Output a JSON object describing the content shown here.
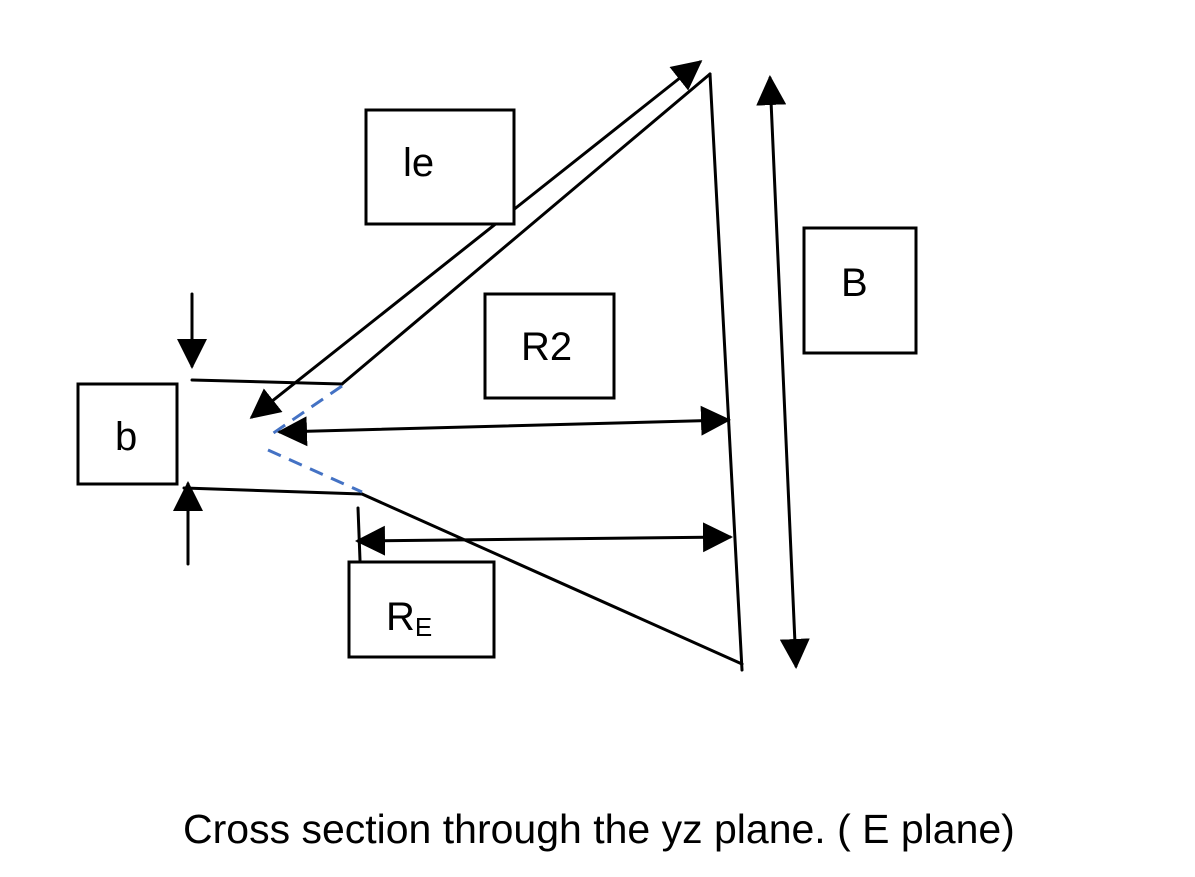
{
  "labels": {
    "le": "le",
    "r2": "R2",
    "b_big": "B",
    "b_small": "b",
    "re_main": "R",
    "re_sub": "E"
  },
  "caption": "Cross section through the yz plane. ( E plane)",
  "colors": {
    "line": "#000000",
    "dashed_projection": "#4472c4",
    "background": "#ffffff"
  }
}
